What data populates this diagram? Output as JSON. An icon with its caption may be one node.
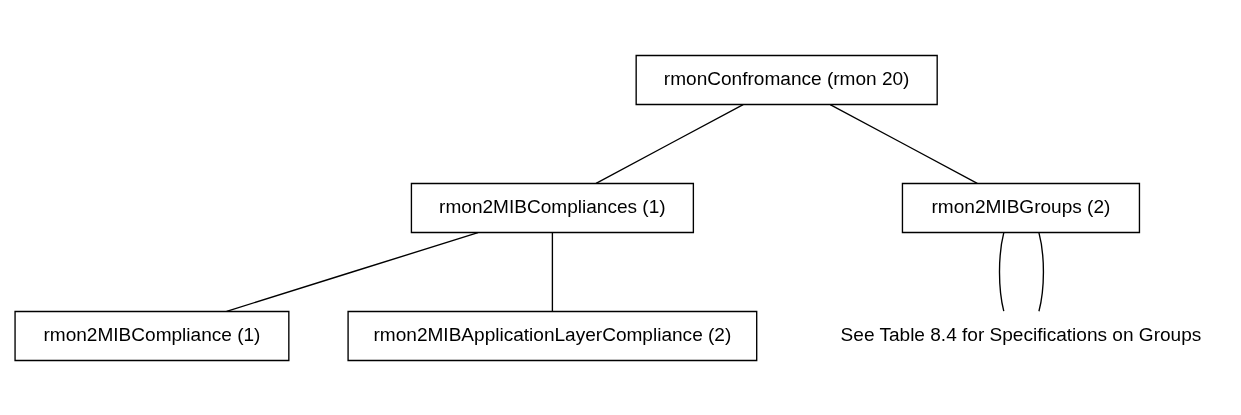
{
  "diagram": {
    "nodes": [
      {
        "text": [
          "rmonConfromance (rmon 20)"
        ]
      },
      {
        "text": [
          "rmon2MIBCompliances (1)"
        ]
      },
      {
        "text": [
          "rmon2MIBGroups (2)"
        ]
      },
      {
        "text": [
          "rmon2MIBCompliance (1)"
        ]
      },
      {
        "text": [
          "rmon2MIBApplicationLayerCompliance (2)"
        ]
      },
      {
        "text": [
          "See Table 8.4 for Specifications on Groups"
        ]
      }
    ],
    "edges": [
      {
        "from": 0,
        "to": 1,
        "arrow": "none"
      },
      {
        "from": 0,
        "to": 2,
        "arrow": "none"
      },
      {
        "from": 1,
        "to": 3,
        "arrow": "none"
      },
      {
        "from": 1,
        "to": 4,
        "arrow": "none"
      },
      {
        "from": 2,
        "to": 5,
        "arrow": "none"
      },
      {
        "from": 2,
        "to": 5,
        "arrow": "none"
      }
    ]
  }
}
